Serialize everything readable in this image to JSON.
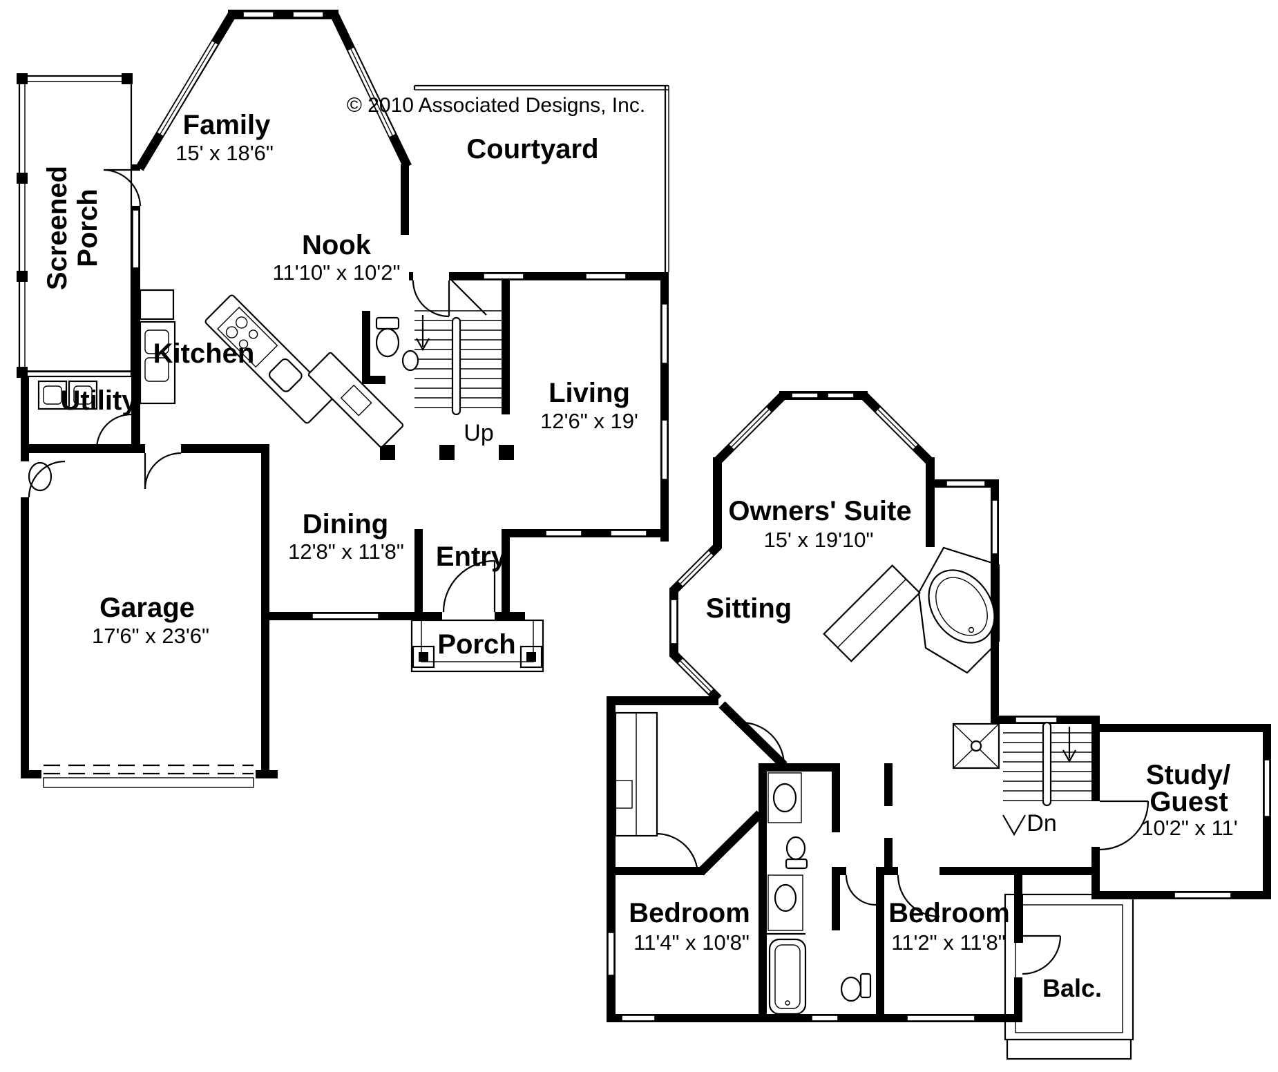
{
  "copyright": "© 2010 Associated Designs, Inc.",
  "colors": {
    "ink": "#000000",
    "paper": "#ffffff"
  },
  "floor1": {
    "screened_porch_line1": "Screened",
    "screened_porch_line2": "Porch",
    "family": "Family",
    "family_dims": "15' x 18'6\"",
    "courtyard": "Courtyard",
    "nook": "Nook",
    "nook_dims": "11'10\" x 10'2\"",
    "kitchen": "Kitchen",
    "utility": "Utility",
    "living": "Living",
    "living_dims": "12'6\" x 19'",
    "stairs_label": "Up",
    "dining": "Dining",
    "dining_dims": "12'8\" x 11'8\"",
    "entry": "Entry",
    "porch": "Porch",
    "garage": "Garage",
    "garage_dims": "17'6\" x 23'6\""
  },
  "floor2": {
    "owners_suite": "Owners' Suite",
    "owners_suite_dims": "15' x 19'10\"",
    "sitting": "Sitting",
    "study_line1": "Study/",
    "study_line2": "Guest",
    "study_dims": "10'2\" x 11'",
    "stairs_label": "Dn",
    "bedroom_left": "Bedroom",
    "bedroom_left_dims": "11'4\" x 10'8\"",
    "bedroom_right": "Bedroom",
    "bedroom_right_dims": "11'2\" x 11'8\"",
    "balcony": "Balc."
  }
}
